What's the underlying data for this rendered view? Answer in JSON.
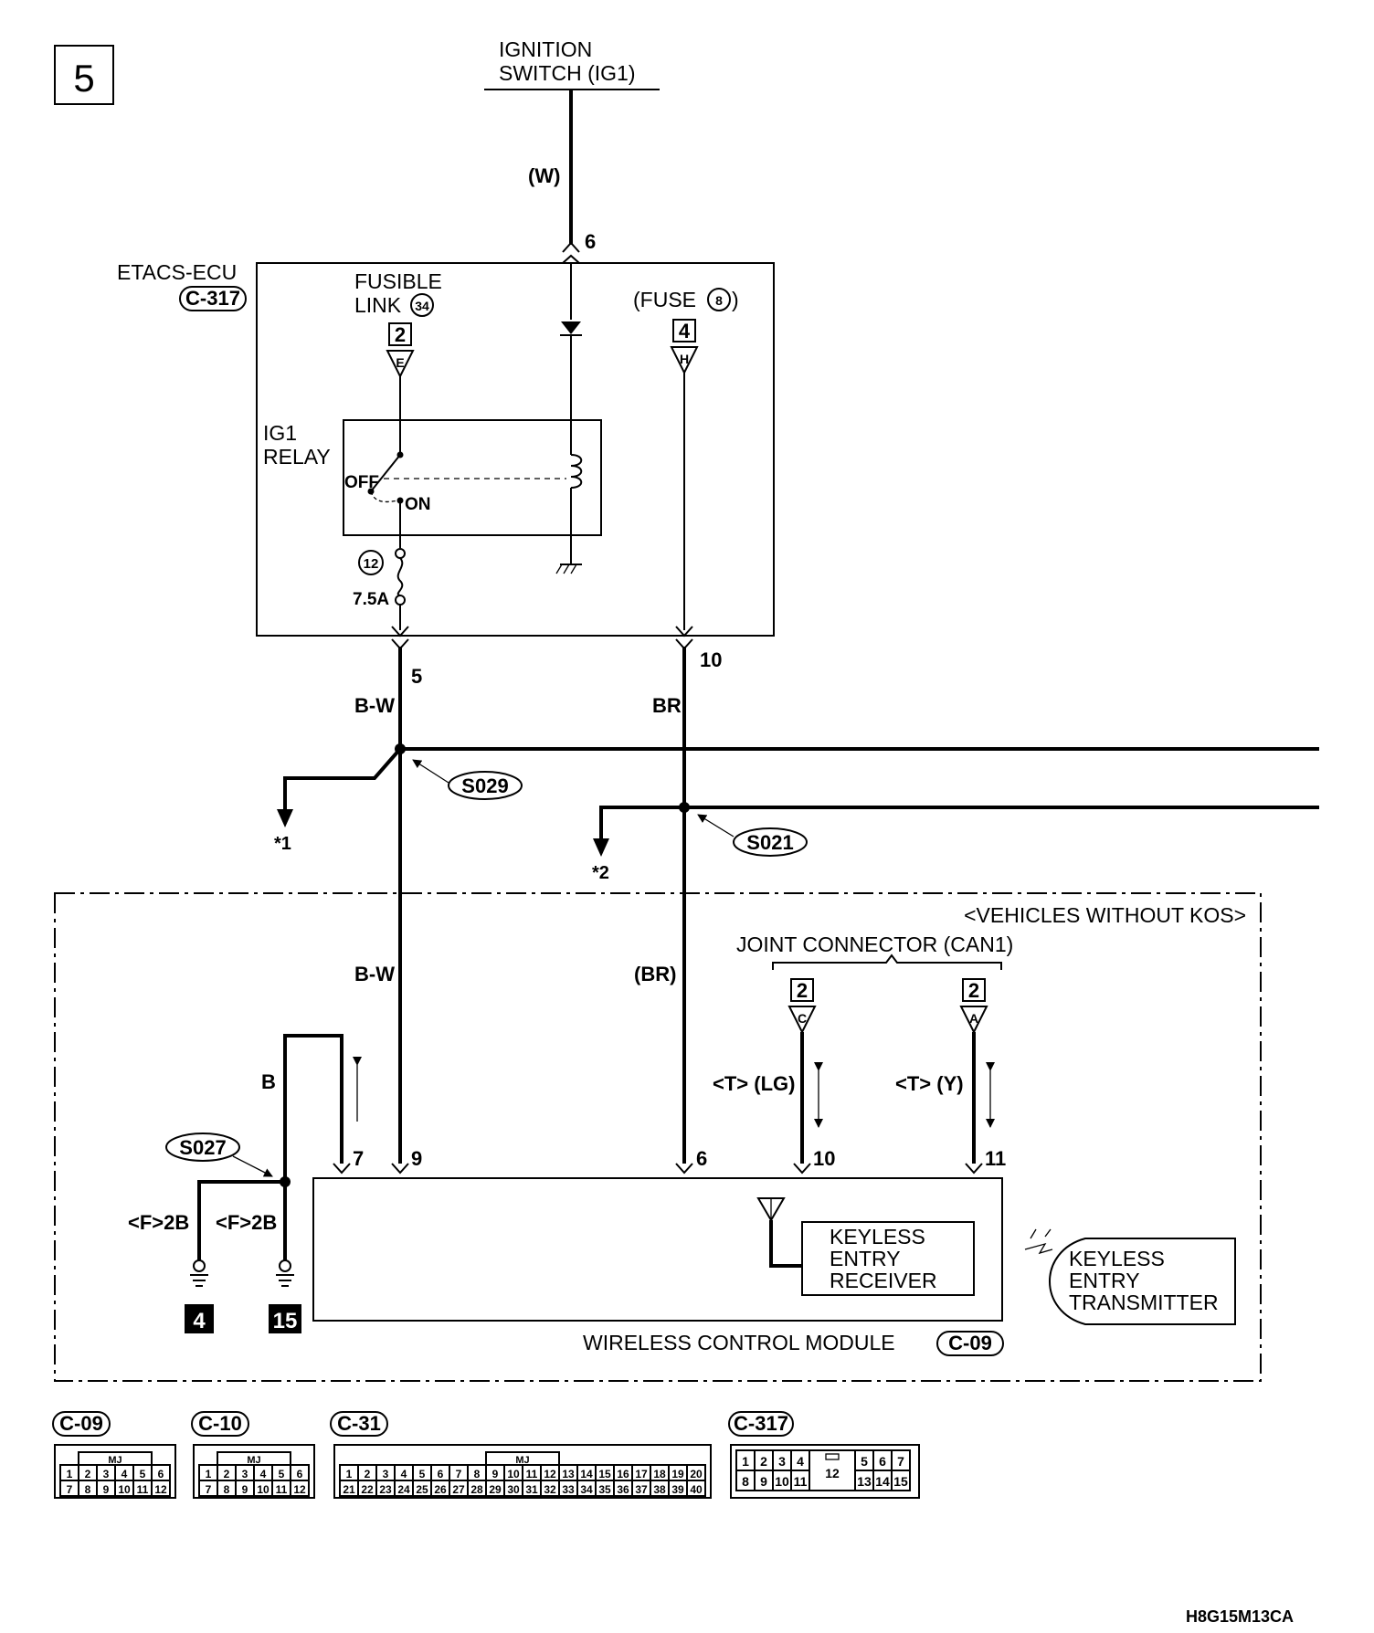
{
  "page_number": "5",
  "ignition": {
    "line1": "IGNITION",
    "line2": "SWITCH (IG1)",
    "wire_color": "(W)",
    "pin": "6"
  },
  "etacs": {
    "name": "ETACS-ECU",
    "connector": "C-317"
  },
  "fusible_link": {
    "line1": "FUSIBLE",
    "line2": "LINK",
    "number": "34",
    "conn_num": "2",
    "conn_letter": "E"
  },
  "fuse": {
    "open": "(FUSE",
    "number": "8",
    "close": ")",
    "conn_num": "4",
    "conn_letter": "H"
  },
  "relay": {
    "line1": "IG1",
    "line2": "RELAY",
    "off_label": "OFF",
    "on_label": "ON",
    "fuse_number": "12",
    "fuse_rating": "7.5A"
  },
  "etacs_outputs": [
    {
      "pin": "5",
      "wire": "B-W"
    },
    {
      "pin": "10",
      "wire": "BR"
    }
  ],
  "splices": {
    "s029": "S029",
    "s021": "S021",
    "s027": "S027"
  },
  "refs": {
    "ref1": "*1",
    "ref2": "*2"
  },
  "variant_box": {
    "label": "<VEHICLES WITHOUT KOS>"
  },
  "joint_connector": {
    "label": "JOINT CONNECTOR (CAN1)",
    "left_num": "2",
    "left_letter": "C",
    "right_num": "2",
    "right_letter": "A"
  },
  "module_wires": {
    "bw": "B-W",
    "br": "(BR)",
    "b": "B",
    "lg": "<T> (LG)",
    "y": "<T> (Y)",
    "ground_left": "<F>2B",
    "ground_right": "<F>2B"
  },
  "module_pins": [
    "7",
    "9",
    "6",
    "10",
    "11"
  ],
  "grounds": [
    "4",
    "15"
  ],
  "receiver": {
    "line1": "KEYLESS",
    "line2": "ENTRY",
    "line3": "RECEIVER"
  },
  "transmitter": {
    "line1": "KEYLESS",
    "line2": "ENTRY",
    "line3": "TRANSMITTER"
  },
  "module": {
    "name": "WIRELESS CONTROL MODULE",
    "connector": "C-09"
  },
  "connector_views": [
    {
      "label": "C-09",
      "tag": "MJ",
      "row1": [
        "1",
        "2",
        "3",
        "4",
        "5",
        "6"
      ],
      "row2": [
        "7",
        "8",
        "9",
        "10",
        "11",
        "12"
      ]
    },
    {
      "label": "C-10",
      "tag": "MJ",
      "row1": [
        "1",
        "2",
        "3",
        "4",
        "5",
        "6"
      ],
      "row2": [
        "7",
        "8",
        "9",
        "10",
        "11",
        "12"
      ]
    },
    {
      "label": "C-31",
      "tag": "MJ",
      "row1": [
        "1",
        "2",
        "3",
        "4",
        "5",
        "6",
        "7",
        "8",
        "9",
        "10",
        "11",
        "12",
        "13",
        "14",
        "15",
        "16",
        "17",
        "18",
        "19",
        "20"
      ],
      "row2": [
        "21",
        "22",
        "23",
        "24",
        "25",
        "26",
        "27",
        "28",
        "29",
        "30",
        "31",
        "32",
        "33",
        "34",
        "35",
        "36",
        "37",
        "38",
        "39",
        "40"
      ]
    },
    {
      "label": "C-317",
      "left_row1": [
        "1",
        "2",
        "3",
        "4"
      ],
      "left_row2": [
        "8",
        "9",
        "10",
        "11"
      ],
      "center": "12",
      "right_row1": [
        "5",
        "6",
        "7"
      ],
      "right_row2": [
        "13",
        "14",
        "15"
      ]
    }
  ],
  "doc_id": "H8G15M13CA"
}
